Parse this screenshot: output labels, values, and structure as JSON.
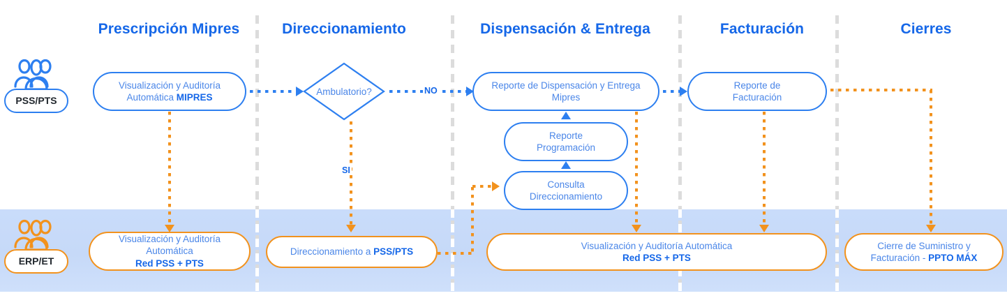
{
  "diagram": {
    "title_color": "#1567e8",
    "accent_blue": "#2d7ff0",
    "accent_orange": "#f2921d",
    "lane_band_color": "#c9dcfa"
  },
  "phases": [
    {
      "label": "Prescripción Mipres"
    },
    {
      "label": "Direccionamiento"
    },
    {
      "label": "Dispensación & Entrega"
    },
    {
      "label": "Facturación"
    },
    {
      "label": "Cierres"
    }
  ],
  "actors": [
    {
      "label": "PSS/PTS",
      "icon": "people-group-icon"
    },
    {
      "label": "ERP/ET",
      "icon": "people-group-icon"
    }
  ],
  "nodes": {
    "visualizacion_mipres": {
      "line1": "Visualización y Auditoría",
      "line2": "Automática ",
      "bold2": "MIPRES"
    },
    "ambulatorio": {
      "label": "Ambulatorio?"
    },
    "reporte_dispensacion": {
      "line1": "Reporte de Dispensación y Entrega",
      "line2": "Mipres"
    },
    "reporte_programacion": {
      "line1": "Reporte",
      "line2": "Programación"
    },
    "consulta_direccionamiento": {
      "line1": "Consulta",
      "line2": "Direccionamiento"
    },
    "reporte_facturacion": {
      "line1": "Reporte de",
      "line2": "Facturación"
    },
    "visualizacion_red_pss_pts_1": {
      "line1": "Visualización y Auditoría",
      "line2": "Automática",
      "bold3": "Red PSS + PTS"
    },
    "direccionamiento_pss_pts": {
      "line1": "Direccionamiento a ",
      "bold1": "PSS/PTS"
    },
    "visualizacion_red_pss_pts_2": {
      "line1": "Visualización y Auditoría Automática",
      "bold2": "Red PSS + PTS"
    },
    "cierre_suministro": {
      "line1": "Cierre de Suministro y",
      "line2": "Facturación - ",
      "bold2": "PPTO MÁX"
    }
  },
  "edge_labels": {
    "no": "NO",
    "si": "SI"
  }
}
